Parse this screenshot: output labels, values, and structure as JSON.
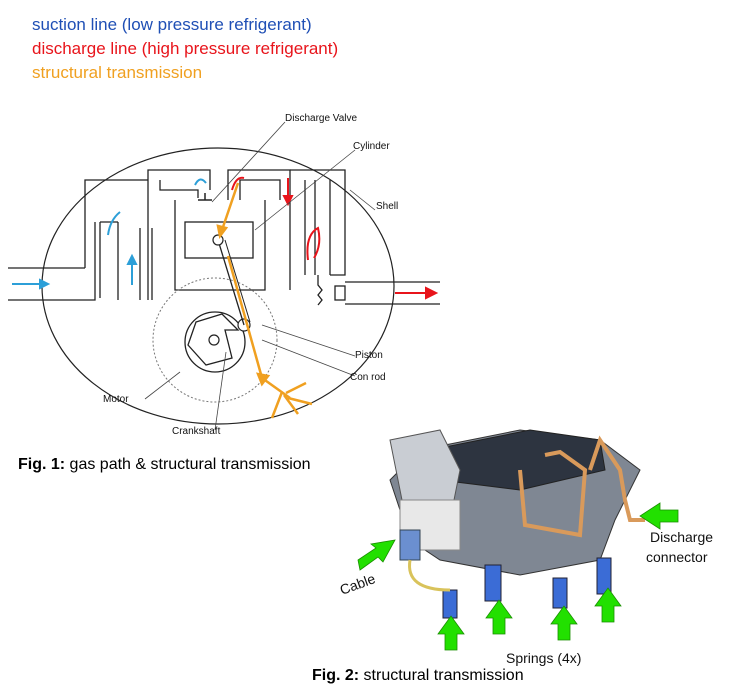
{
  "legend": {
    "suction": {
      "text": "suction line (low pressure refrigerant)",
      "color": "#1f4fb5"
    },
    "discharge": {
      "text": "discharge line (high pressure refrigerant)",
      "color": "#e8141b"
    },
    "structural": {
      "text": "structural transmission",
      "color": "#f0a020"
    }
  },
  "fig1": {
    "caption_bold": "Fig. 1:",
    "caption_rest": " gas path & structural transmission",
    "labels": {
      "discharge_valve": "Discharge Valve",
      "cylinder": "Cylinder",
      "shell": "Shell",
      "piston": "Piston",
      "con_rod": "Con rod",
      "motor": "Motor",
      "crankshaft": "Crankshaft"
    }
  },
  "fig2": {
    "caption_bold": "Fig. 2:",
    "caption_rest": " structural transmission",
    "labels": {
      "discharge_connector_1": "Discharge",
      "discharge_connector_2": "connector",
      "cable": "Cable",
      "springs": "Springs (4x)"
    },
    "arrow_color": "#22e000"
  }
}
